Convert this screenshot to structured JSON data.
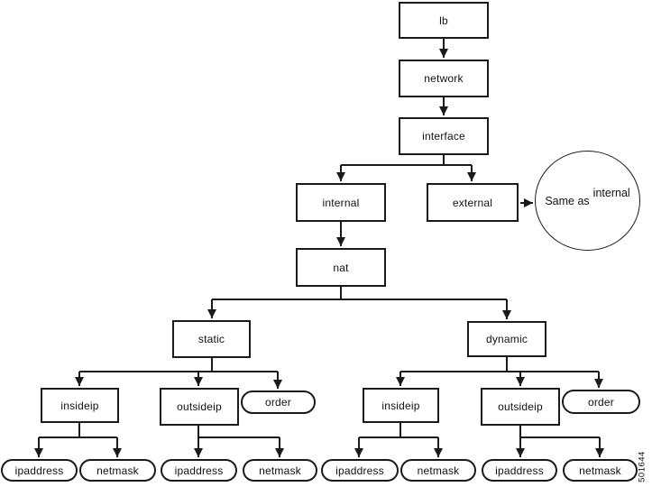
{
  "diagram": {
    "type": "tree",
    "figure_id": "501644",
    "colors": {
      "stroke": "#1a1a1a",
      "node_fill": "#ffffff",
      "background": "#ffffff",
      "text": "#111111"
    },
    "nodes": {
      "lb": "lb",
      "network": "network",
      "interface": "interface",
      "internal": "internal",
      "external": "external",
      "nat": "nat",
      "static": "static",
      "dynamic": "dynamic",
      "insideip": "insideip",
      "outsideip": "outsideip",
      "order": "order",
      "ipaddress": "ipaddress",
      "netmask": "netmask"
    },
    "annotation": {
      "prefix": "Same as",
      "reference": "internal"
    },
    "edges": [
      [
        "lb",
        "network"
      ],
      [
        "network",
        "interface"
      ],
      [
        "interface",
        "internal"
      ],
      [
        "interface",
        "external"
      ],
      [
        "external",
        "same-as-internal-note"
      ],
      [
        "internal",
        "nat"
      ],
      [
        "nat",
        "static"
      ],
      [
        "nat",
        "dynamic"
      ],
      [
        "static",
        "insideip"
      ],
      [
        "static",
        "outsideip"
      ],
      [
        "static",
        "order"
      ],
      [
        "dynamic",
        "insideip"
      ],
      [
        "dynamic",
        "outsideip"
      ],
      [
        "dynamic",
        "order"
      ],
      [
        "insideip",
        "ipaddress"
      ],
      [
        "insideip",
        "netmask"
      ],
      [
        "outsideip",
        "ipaddress"
      ],
      [
        "outsideip",
        "netmask"
      ]
    ]
  }
}
